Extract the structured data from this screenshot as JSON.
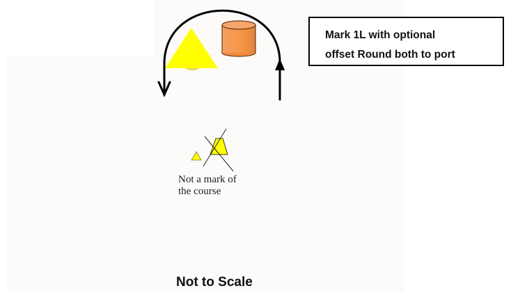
{
  "callout": {
    "line1": "Mark 1L with optional",
    "line2": "offset  Round both to port"
  },
  "note": {
    "line1": "Not a mark of",
    "line2": "the course"
  },
  "footer": {
    "scale_label": "Not to Scale"
  },
  "colors": {
    "mark_yellow": "#ffff00",
    "offset_orange": "#f79646",
    "panel_background": "#fcfbf9",
    "ink": "#000000"
  },
  "icons": [
    "mark-triangle-icon",
    "offset-cylinder-icon",
    "rounding-arc-arrow-icon",
    "crossed-out-mark-icon"
  ]
}
